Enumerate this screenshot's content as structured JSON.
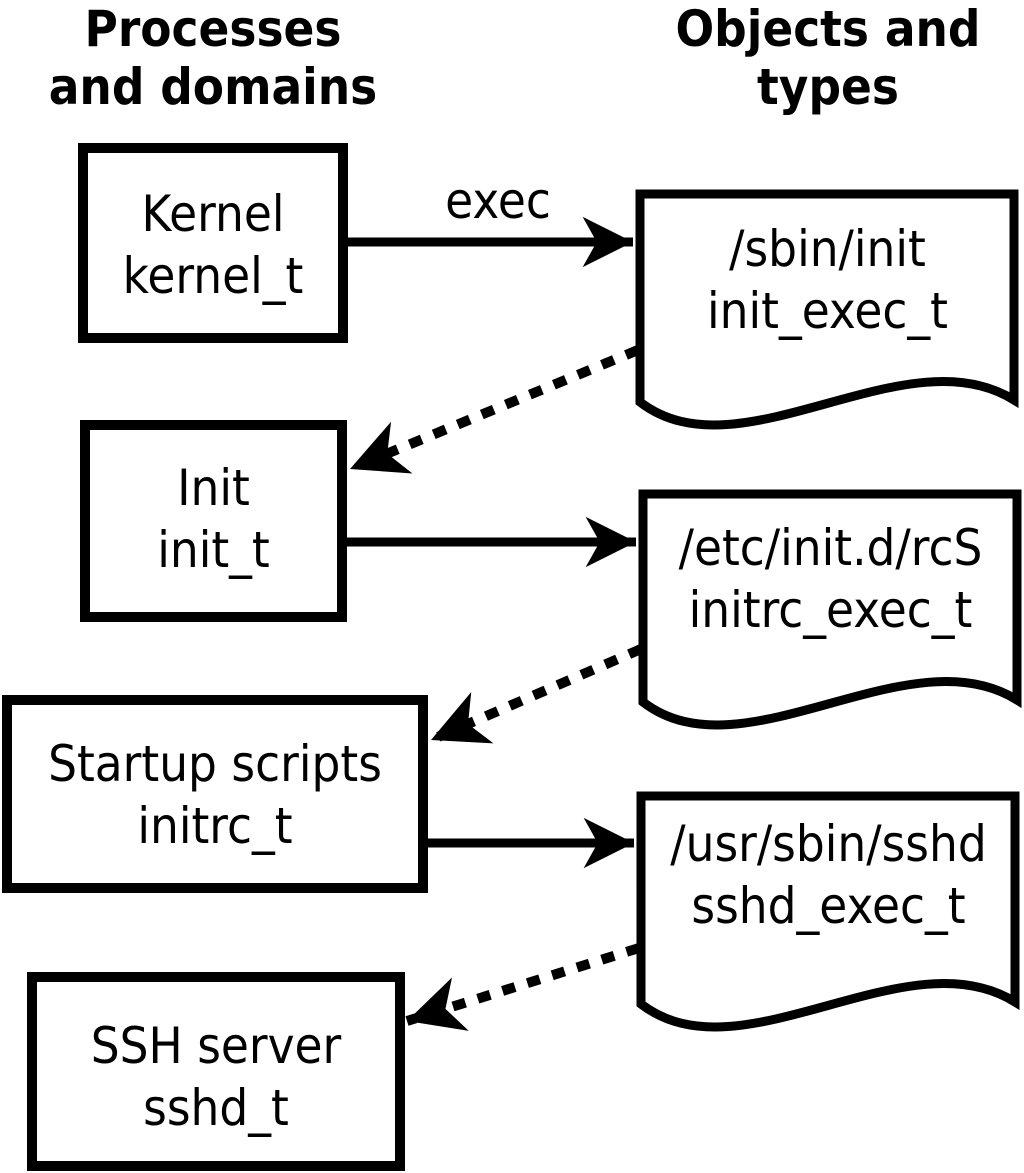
{
  "headers": {
    "left": {
      "line1": "Processes",
      "line2": "and domains"
    },
    "right": {
      "line1": "Objects and",
      "line2": "types"
    }
  },
  "process_boxes": [
    {
      "name": "Kernel",
      "domain": "kernel_t"
    },
    {
      "name": "Init",
      "domain": "init_t"
    },
    {
      "name": "Startup scripts",
      "domain": "initrc_t"
    },
    {
      "name": "SSH server",
      "domain": "sshd_t"
    }
  ],
  "object_documents": [
    {
      "path": "/sbin/init",
      "type": "init_exec_t"
    },
    {
      "path": "/etc/init.d/rcS",
      "type": "initrc_exec_t"
    },
    {
      "path": "/usr/sbin/sshd",
      "type": "sshd_exec_t"
    }
  ],
  "edge_labels": {
    "exec": "exec"
  },
  "colors": {
    "line": "#000000",
    "background": "#ffffff"
  }
}
